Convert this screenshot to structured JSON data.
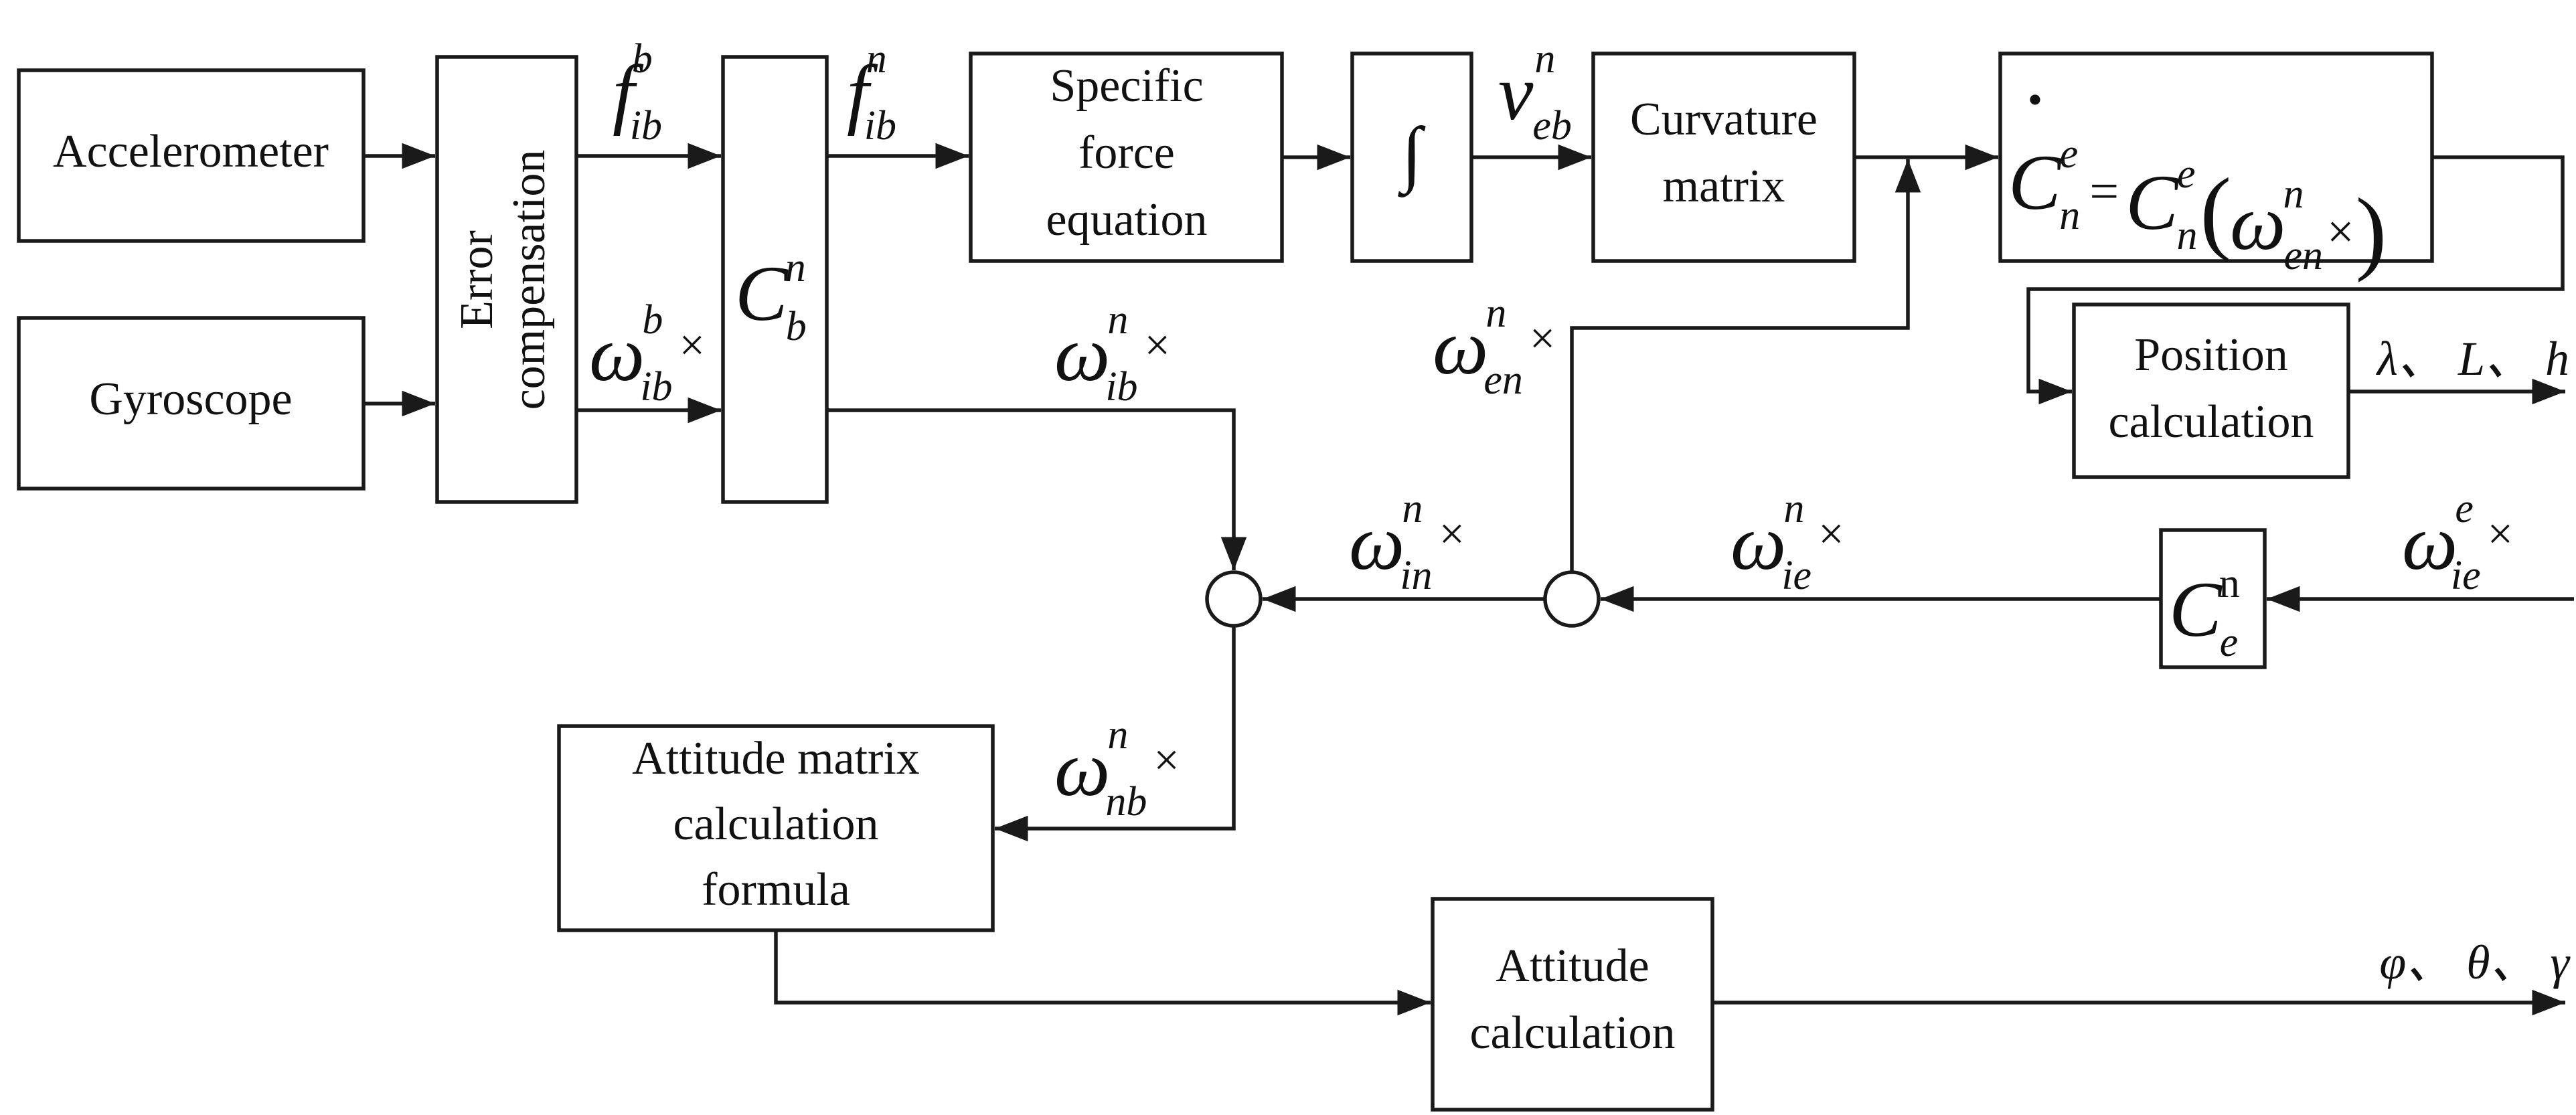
{
  "blocks": {
    "accelerometer": "Accelerometer",
    "gyroscope": "Gyroscope",
    "error_compensation": [
      "Error",
      "compensation"
    ],
    "specific_force": [
      "Specific",
      "force",
      "equation"
    ],
    "integrator": "∫",
    "curvature": [
      "Curvature",
      "matrix"
    ],
    "position": [
      "Position",
      "calculation"
    ],
    "attitude_matrix": [
      "Attitude matrix",
      "calculation",
      "formula"
    ],
    "attitude_calc": [
      "Attitude",
      "calculation"
    ]
  },
  "symbols": {
    "f_b_ib": {
      "base": "f",
      "sup": "b",
      "sub": "ib"
    },
    "f_n_ib": {
      "base": "f",
      "sup": "n",
      "sub": "ib"
    },
    "v_n_eb": {
      "base": "v",
      "sup": "n",
      "sub": "eb"
    },
    "w_b_ib": {
      "base": "ω",
      "sup": "b",
      "sub": "ib",
      "op": "×"
    },
    "w_n_ib": {
      "base": "ω",
      "sup": "n",
      "sub": "ib",
      "op": "×"
    },
    "w_n_en": {
      "base": "ω",
      "sup": "n",
      "sub": "en",
      "op": "×"
    },
    "w_n_in": {
      "base": "ω",
      "sup": "n",
      "sub": "in",
      "op": "×"
    },
    "w_n_ie": {
      "base": "ω",
      "sup": "n",
      "sub": "ie",
      "op": "×"
    },
    "w_e_ie": {
      "base": "ω",
      "sup": "e",
      "sub": "ie",
      "op": "×"
    },
    "w_n_nb": {
      "base": "ω",
      "sup": "n",
      "sub": "nb",
      "op": "×"
    },
    "C_n_b": {
      "base": "C",
      "sup": "n",
      "sub": "b"
    },
    "C_n_e": {
      "base": "C",
      "sup": "n",
      "sub": "e"
    }
  },
  "equation": {
    "dot": "•",
    "lhs": {
      "base": "C",
      "sup": "e",
      "sub": "n"
    },
    "eq": "=",
    "rhs": {
      "base": "C",
      "sup": "e",
      "sub": "n"
    },
    "lparen": "(",
    "inner": {
      "base": "ω",
      "sup": "n",
      "sub": "en"
    },
    "times": "×",
    "rparen": ")"
  },
  "outputs": {
    "position": "λ、 L、 h",
    "attitude": "φ、 θ、 γ"
  },
  "colors": {
    "line": "#1a1a1a",
    "text": "#111111",
    "background": "#ffffff"
  }
}
